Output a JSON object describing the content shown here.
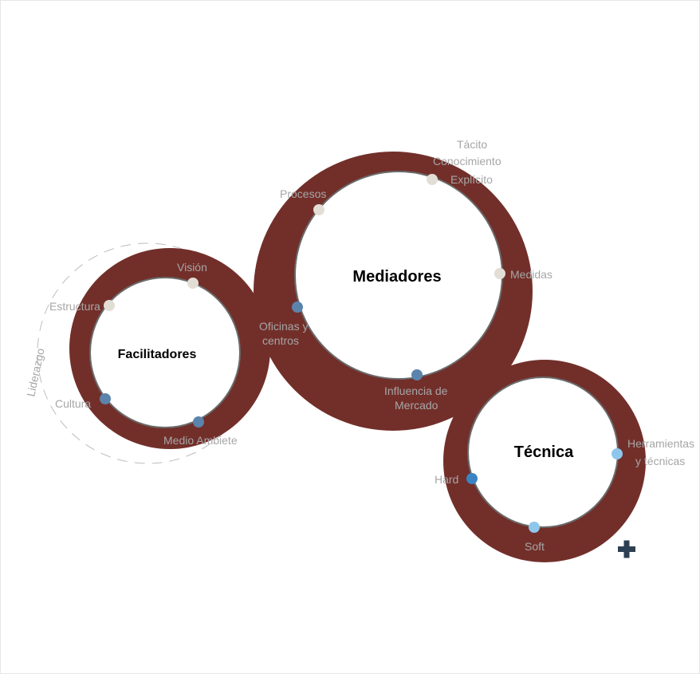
{
  "colors": {
    "ring": "#722f2a",
    "inner_border": "#6b6b6b",
    "label": "#a6a6a6",
    "title": "#000000",
    "dot_beige": "#e3ded5",
    "dot_steel": "#5b84ad",
    "dot_blue": "#3b84c4",
    "dot_light": "#8fc6ec",
    "plus": "#2d3f52"
  },
  "leadership": {
    "label": "Liderazgo"
  },
  "facilitadores": {
    "title": "Facilitadores",
    "nodes": [
      "Estructura",
      "Visión",
      "Cultura",
      "Medio Ambiete"
    ]
  },
  "mediadores": {
    "title": "Mediadores",
    "tacito": "Tácito",
    "conocimiento": "Conocimiento",
    "explicito": "Explícito",
    "procesos": "Procesos",
    "medidas": "Medidas",
    "oficinas_1": "Oficinas y",
    "oficinas_2": "centros",
    "influencia_1": "Influencia de",
    "influencia_2": "Mercado"
  },
  "tecnica": {
    "title": "Técnica",
    "herramientas_1": "Herramientas",
    "herramientas_2": "y técnicas",
    "hard": "Hard",
    "soft": "Soft"
  },
  "plus_icon": "plus-icon"
}
